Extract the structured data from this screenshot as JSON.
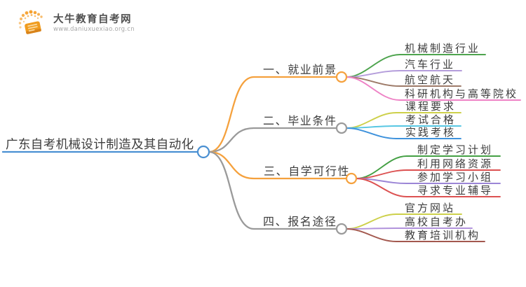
{
  "site": {
    "name": "大牛教育自考网",
    "url": "www.daniuxuexiao.org.cn",
    "logo_color": "#f09c1f"
  },
  "mindmap": {
    "root": {
      "label": "广东自考机械设计制造及其自动化",
      "color": "#4a90d2"
    },
    "branches": [
      {
        "label": "一、就业前景",
        "color": "#f5a13d",
        "children": [
          {
            "label": "机械制造行业",
            "color": "#4ea44e"
          },
          {
            "label": "汽车行业",
            "color": "#b49ddb"
          },
          {
            "label": "航空航天",
            "color": "#9d7a68"
          },
          {
            "label": "科研机构与高等院校",
            "color": "#ee82c5"
          }
        ]
      },
      {
        "label": "二、毕业条件",
        "color": "#9a9a9a",
        "children": [
          {
            "label": "课程要求",
            "color": "#cdd04a"
          },
          {
            "label": "考试合格",
            "color": "#57c7e3"
          },
          {
            "label": "实践考核",
            "color": "#3e92dc"
          }
        ]
      },
      {
        "label": "三、自学可行性",
        "color": "#f5a13d",
        "children": [
          {
            "label": "制定学习计划",
            "color": "#44a044"
          },
          {
            "label": "利用网络资源",
            "color": "#dc5151"
          },
          {
            "label": "参加学习小组",
            "color": "#9b85d6"
          },
          {
            "label": "寻求专业辅导",
            "color": "#dc5151"
          }
        ]
      },
      {
        "label": "四、报名途径",
        "color": "#9a9a9a",
        "children": [
          {
            "label": "官方网站",
            "color": "#cdd04a"
          },
          {
            "label": "高校自考办",
            "color": "#b193dc"
          },
          {
            "label": "教育培训机构",
            "color": "#a3584e"
          }
        ]
      }
    ]
  }
}
